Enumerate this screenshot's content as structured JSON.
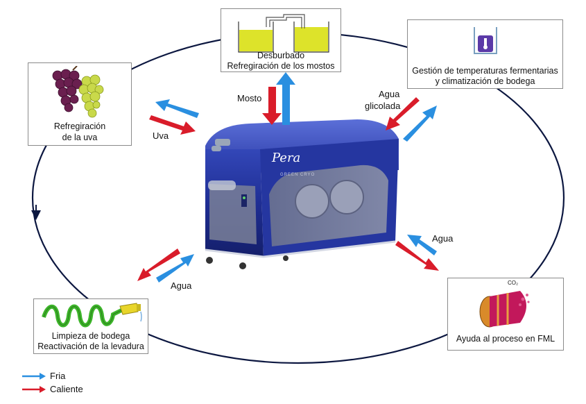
{
  "colors": {
    "cold": "#2a8fe0",
    "hot": "#d91c2a",
    "cycle": "#0c1740",
    "machine": "#1d2d8f"
  },
  "boxes": {
    "desburbado": {
      "line1": "Desburbado",
      "line2": "Refregiración de los mostos"
    },
    "gestion": {
      "line1": "Gestión de temperaturas fermentarias",
      "line2": "y climatización de bodega"
    },
    "uva": {
      "line1": "Refregiración",
      "line2": "de la uva"
    },
    "limpieza": {
      "line1": "Limpieza de bodega",
      "line2": "Reactivación de la levadura"
    },
    "fml": {
      "line1": "Ayuda al proceso en FML",
      "co2": "CO₂"
    }
  },
  "flow_labels": {
    "mosto": "Mosto",
    "agua_glicolada_1": "Agua",
    "agua_glicolada_2": "glicolada",
    "uva": "Uva",
    "agua_left": "Agua",
    "agua_right": "Agua"
  },
  "machine": {
    "brand": "Pera",
    "model": "GREEN CRYO"
  },
  "legend": {
    "cold": "Fria",
    "hot": "Caliente"
  }
}
